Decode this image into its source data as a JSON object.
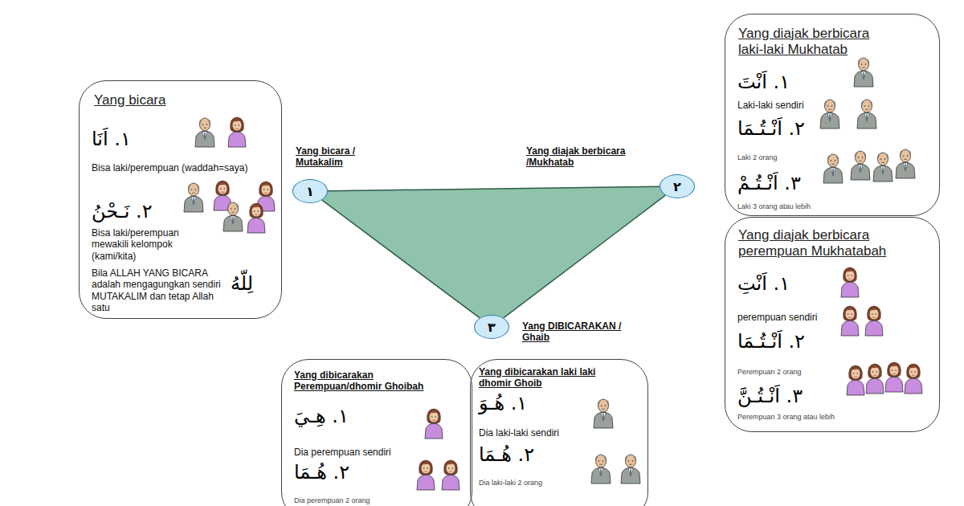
{
  "diagram": {
    "nodes": [
      {
        "text": [
          "Yang bicara",
          "١. اَنَا",
          "Bisa laki/perempuan (waddah=saya)",
          "٢. نَـحْنُ",
          "Bisa laki/perempuan mewakili kelompok (kami/kita)",
          "Bila ALLAH YANG BICARA adalah mengagungkan sendiri MUTAKALIM dan tetap Allah satu",
          "لِلّهُ"
        ]
      },
      {
        "text": [
          "١"
        ]
      },
      {
        "text": [
          "٢"
        ]
      },
      {
        "text": [
          "٣"
        ]
      },
      {
        "text": [
          "Yang diajak berbicara laki-laki Mukhatab",
          "١. اَنْتَ",
          "Laki-laki sendiri",
          "٢. اَنْـتُـمَا",
          "Laki 2 orang",
          "٣. اَنْـتُـمْ",
          "Laki 3 orang atau lebih"
        ]
      },
      {
        "text": [
          "Yang diajak berbicara perempuan Mukhatabah",
          "١. اَنْتِ",
          "perempuan sendiri",
          "٢. اَنْـتُـمَا",
          "Perempuan 2 orang",
          "٣. اَنْـتُـنَّ",
          "Perempuan 3 orang atau lebih"
        ]
      },
      {
        "text": [
          "Yang dibicarakan Perempuan/dhomir Ghoibah",
          "١. هِـيَ",
          "Dia perempuan sendiri",
          "٢. هُـمَا",
          "Dia perempuan 2 orang"
        ]
      },
      {
        "text": [
          "Yang dibicarakan laki laki dhomir Ghoib",
          "١. هُـوَ",
          "Dia laki-laki sendiri",
          "٢. هُـمَا",
          "Dia laki-laki 2 orang"
        ]
      }
    ],
    "edges": [
      {
        "from": 1,
        "to": 2,
        "arrow": "none"
      },
      {
        "from": 2,
        "to": 3,
        "arrow": "none"
      },
      {
        "from": 3,
        "to": 1,
        "arrow": "none"
      }
    ],
    "labels": [
      "Yang bicara / Mutakalim",
      "Yang diajak berbicara /Mukhatab",
      "Yang DIBICARAKAN / Ghaib"
    ]
  }
}
